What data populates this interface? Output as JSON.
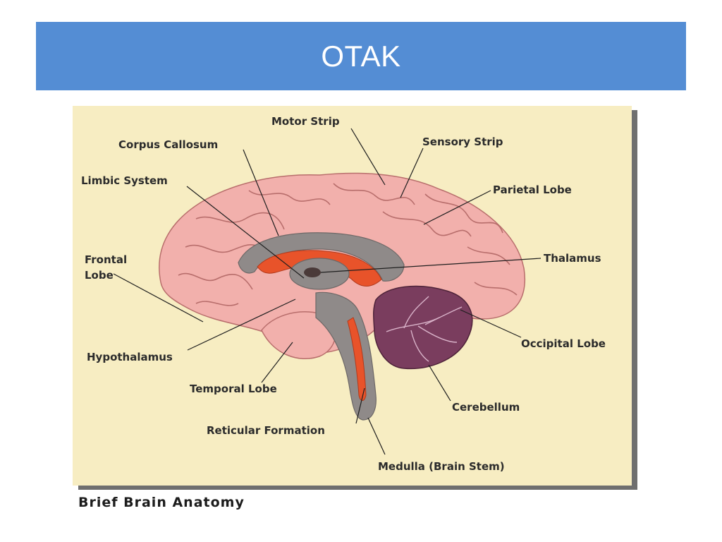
{
  "slide": {
    "title": "OTAK",
    "title_bar_color": "#548dd4",
    "title_color": "#ffffff"
  },
  "figure": {
    "background_color": "#f7edc2",
    "caption": "Brief Brain Anatomy",
    "labels": {
      "motor_strip": "Motor Strip",
      "corpus_callosum": "Corpus Callosum",
      "sensory_strip": "Sensory Strip",
      "limbic_system": "Limbic System",
      "parietal_lobe": "Parietal Lobe",
      "frontal_lobe_line1": "Frontal",
      "frontal_lobe_line2": "Lobe",
      "thalamus": "Thalamus",
      "occipital_lobe": "Occipital Lobe",
      "hypothalamus": "Hypothalamus",
      "temporal_lobe": "Temporal Lobe",
      "cerebellum": "Cerebellum",
      "reticular_formation": "Reticular Formation",
      "medulla": "Medulla (Brain Stem)"
    },
    "colors": {
      "cortex": "#f2b0ac",
      "cortex_outline": "#b86e6c",
      "inner_gray": "#8f8a89",
      "limbic_red": "#e8532a",
      "cerebellum": "#7a3d5e",
      "brain_stem": "#8f8a89"
    }
  }
}
